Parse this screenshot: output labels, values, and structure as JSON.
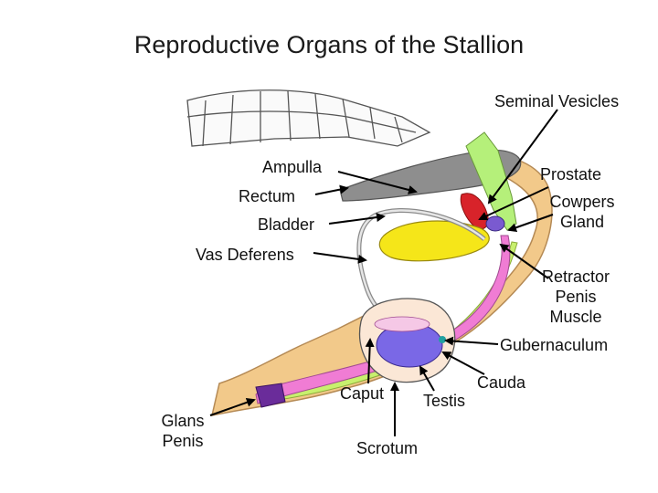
{
  "title": "Reproductive Organs of the Stallion",
  "labels": {
    "seminal_vesicles": "Seminal Vesicles",
    "ampulla": "Ampulla",
    "prostate": "Prostate",
    "rectum": "Rectum",
    "cowpers_gland": "Cowpers Gland",
    "bladder": "Bladder",
    "vas_deferens": "Vas Deferens",
    "retractor_penis_muscle": "Retractor Penis Muscle",
    "gubernaculum": "Gubernaculum",
    "caput": "Caput",
    "cauda": "Cauda",
    "testis": "Testis",
    "glans_penis": "Glans Penis",
    "scrotum": "Scrotum"
  },
  "colors": {
    "body": "#f2c98a",
    "body_outline": "#b58a55",
    "rectum": "#8e8e8e",
    "bladder": "#f5e619",
    "seminal_vesicle": "#b5f07a",
    "prostate": "#d8232a",
    "cowpers": "#7a5ad0",
    "penis_pink": "#f07cd4",
    "retractor": "#c8f06e",
    "testis": "#7a68e6",
    "glans": "#6a2c9a",
    "vas": "#bbbbbb"
  }
}
